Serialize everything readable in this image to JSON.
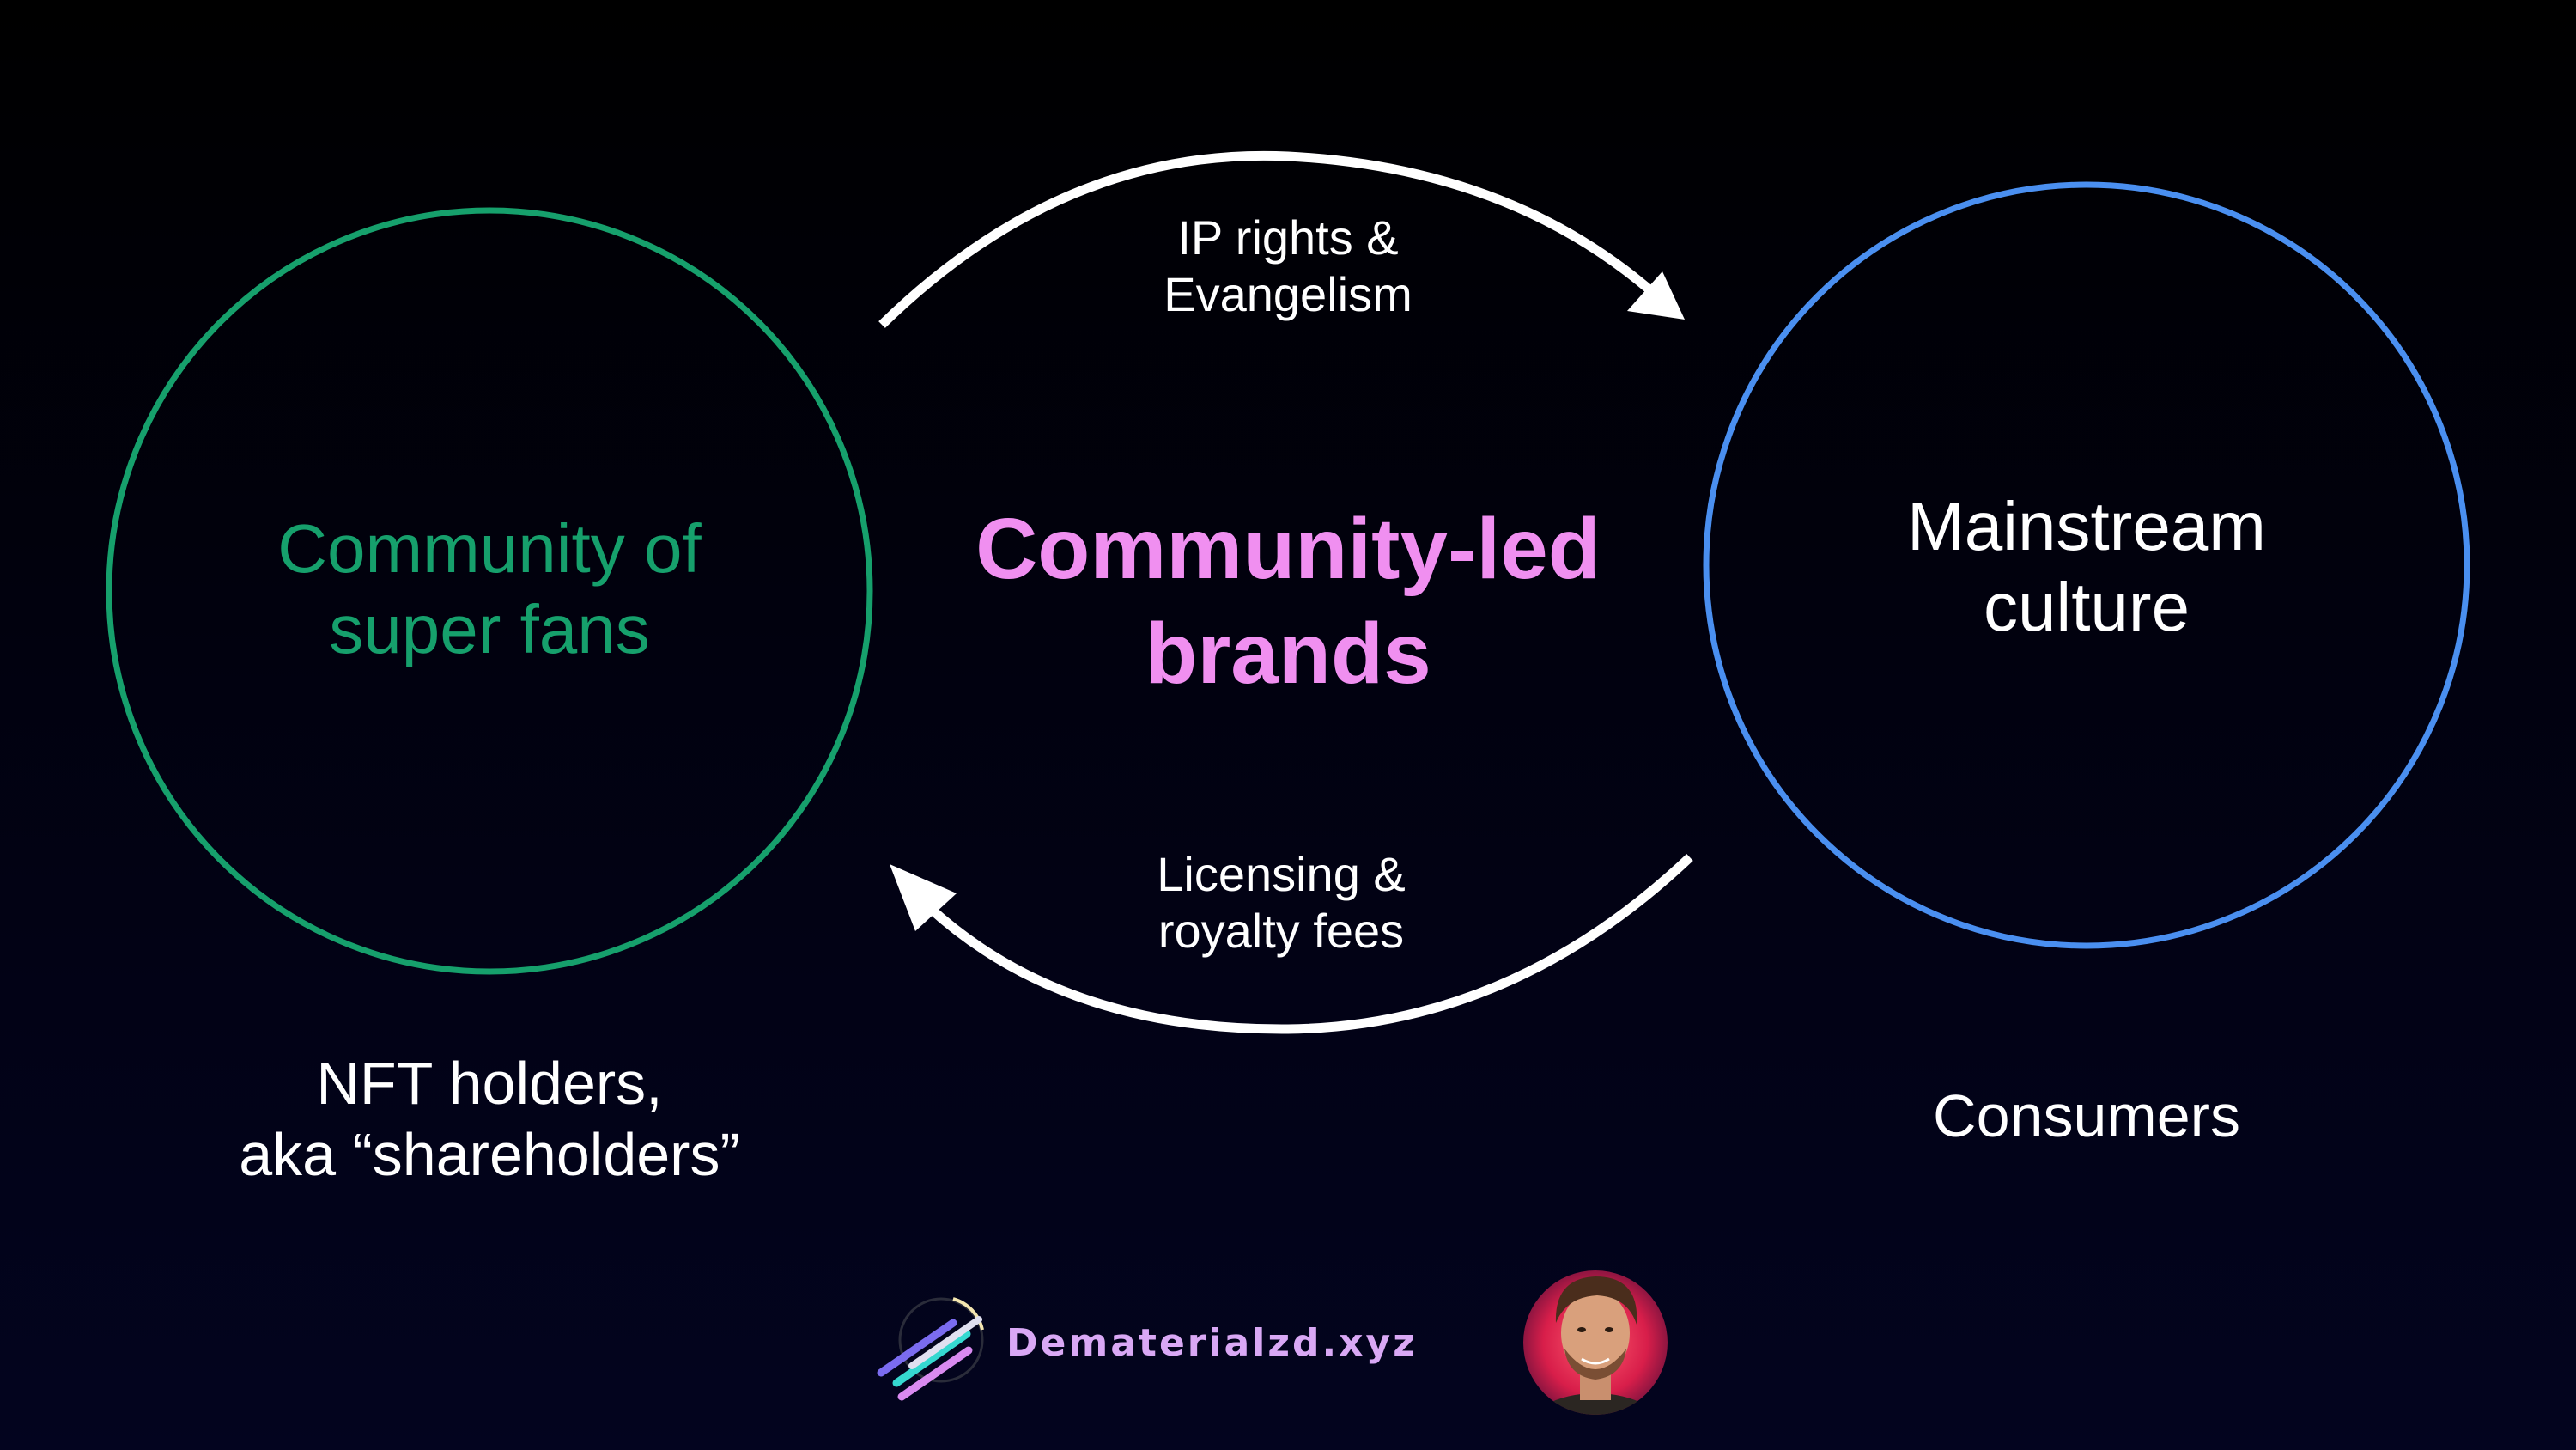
{
  "diagram": {
    "left_circle": {
      "lines": [
        "Community of",
        "super fans"
      ],
      "color": "#16a06c"
    },
    "center": {
      "lines": [
        "Community-led",
        "brands"
      ],
      "color": "#f08ff0"
    },
    "right_circle": {
      "lines": [
        "Mainstream",
        "culture"
      ],
      "color": "#4a8ff0"
    },
    "top_arrow": {
      "lines": [
        "IP rights &",
        "Evangelism"
      ]
    },
    "bottom_arrow": {
      "lines": [
        "Licensing &",
        "royalty fees"
      ]
    },
    "left_caption": {
      "lines": [
        "NFT holders,",
        "aka “shareholders”"
      ]
    },
    "right_caption": {
      "lines": [
        "Consumers"
      ]
    }
  },
  "footer": {
    "logo_icon": "speed-streaks-logo-icon",
    "brand": "Dematerialzd.xyz",
    "avatar_icon": "author-avatar-portrait"
  }
}
